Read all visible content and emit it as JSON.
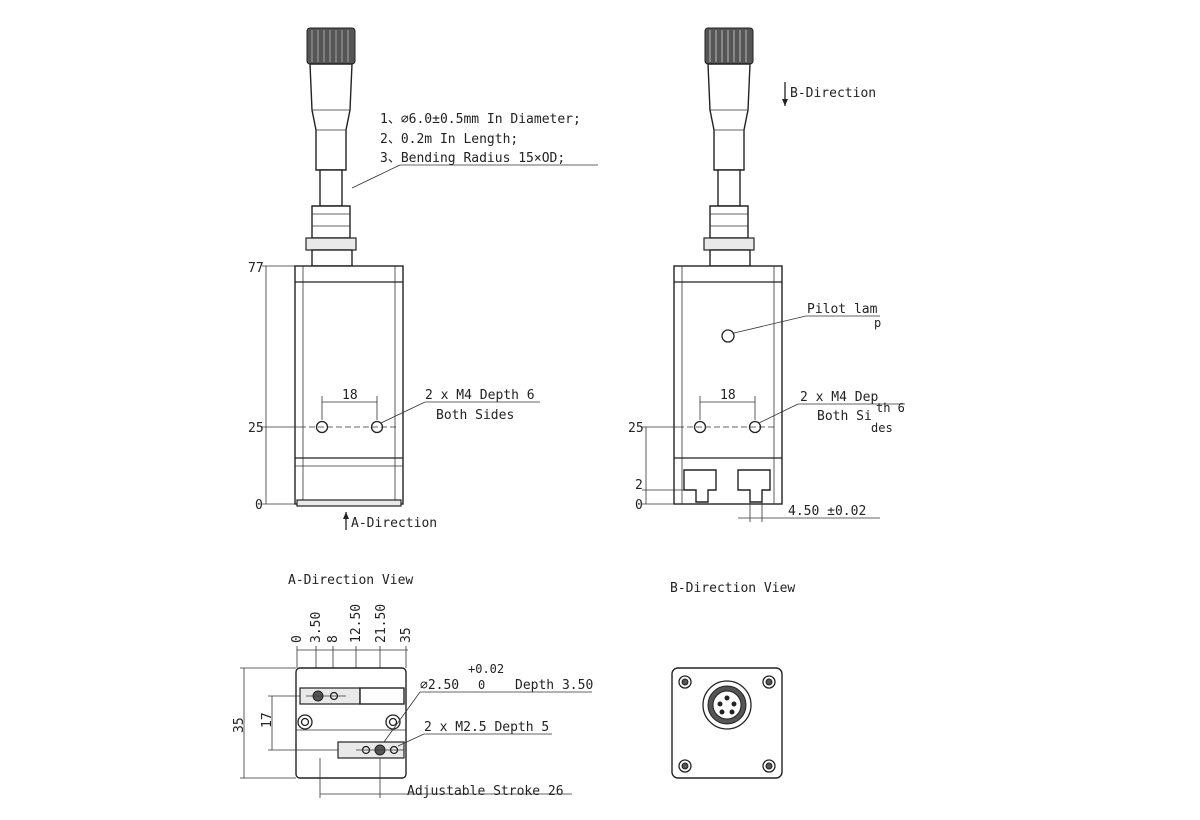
{
  "cable_notes": {
    "line1": "1、∅6.0±0.5mm In Diameter;",
    "line2": "2、0.2m In Length;",
    "line3": "3、Bending Radius 15×OD;"
  },
  "left_view": {
    "dim_77": "77",
    "dim_25": "25",
    "dim_0": "0",
    "dim_18": "18",
    "hole_label_1": "2 x  M4 Depth 6",
    "hole_label_2": "Both Sides",
    "arrow_label": "A-Direction"
  },
  "right_view": {
    "arrow_label": "B-Direction",
    "pilot_lamp_1": "Pilot lam",
    "pilot_lamp_2": "p",
    "dim_18": "18",
    "hole_label_1": "2 x M4 Dep",
    "hole_label_1b": "th 6",
    "hole_label_2": "Both Si",
    "hole_label_2b": "des",
    "dim_25": "25",
    "dim_2": "2",
    "dim_0": "0",
    "slot_dim": "4.50 ±0.02"
  },
  "a_view": {
    "title": "A-Direction View",
    "ticks": [
      "0",
      "3.50",
      "8",
      "12.50",
      "21.50",
      "35"
    ],
    "dim_35": "35",
    "dim_17": "17",
    "tol_plus": "+0.02",
    "tol_zero": "0",
    "hole_dia": "∅2.50",
    "hole_depth": "Depth 3.50",
    "thread_label": "2 x M2.5 Depth 5",
    "stroke_label": "Adjustable Stroke 26"
  },
  "b_view": {
    "title": "B-Direction View"
  }
}
